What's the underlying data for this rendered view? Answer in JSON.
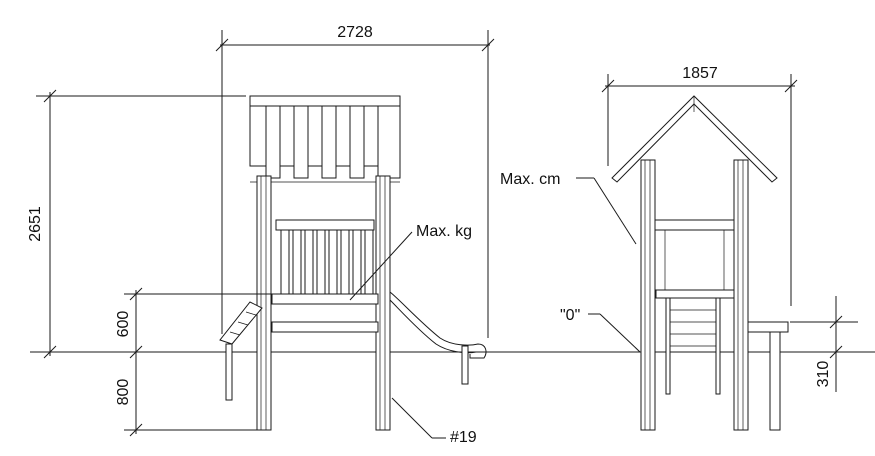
{
  "dimensions": {
    "front_width": "2728",
    "side_width": "1857",
    "total_height": "2651",
    "platform_height": "600",
    "foundation_depth": "800",
    "side_foundation": "310"
  },
  "labels": {
    "max_kg": "Max. kg",
    "max_cm": "Max. cm",
    "zero_level": "\"0\"",
    "part_number": "#19"
  }
}
